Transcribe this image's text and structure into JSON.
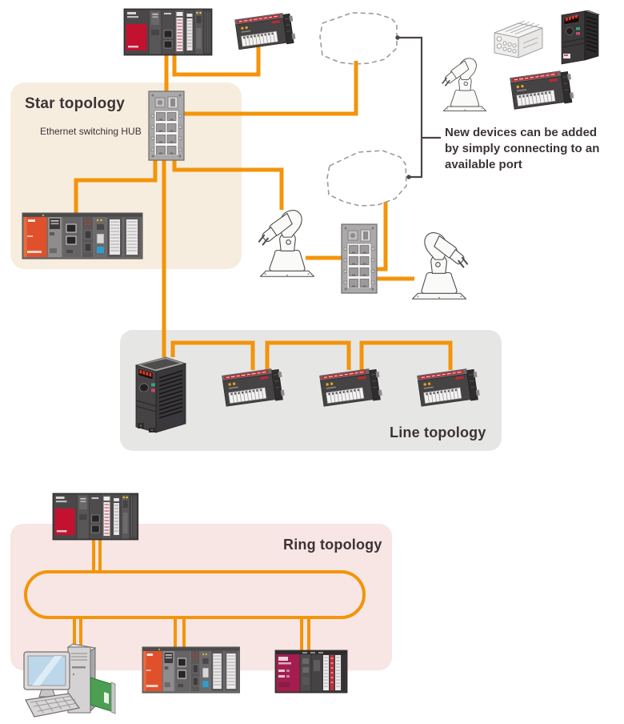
{
  "star": {
    "title": "Star topology",
    "hub_caption": "Ethernet switching HUB"
  },
  "note": {
    "lines": [
      "New devices can be added",
      "by simply connecting to an",
      "available port"
    ]
  },
  "line": {
    "title": "Line topology"
  },
  "ring": {
    "title": "Ring topology"
  },
  "devices": {
    "plc_rack_dark": "MELSEC PLC rack (dark, red power module)",
    "plc_rack_orange": "MELSEC PLC rack (orange power module)",
    "plc_rack_magenta": "MELSEC PLC rack (magenta power module)",
    "hub": "Ethernet switching HUB (8-port)",
    "remote_io": "Remote I/O block module",
    "inverter": "Inverter drive",
    "robot": "Robot arm",
    "terminal_block": "Terminal block device",
    "pc": "Personal computer with network card",
    "ghost_device": "Placeholder device (dashed outline)"
  },
  "colors": {
    "cable": "#F3940A",
    "star-bg": "#F7EDDF",
    "line-bg": "#E6E6E5",
    "ring-bg": "#F7E6E3",
    "text": "#3C3335",
    "connector": "#4D4444",
    "blob": "#9B9B9B"
  }
}
